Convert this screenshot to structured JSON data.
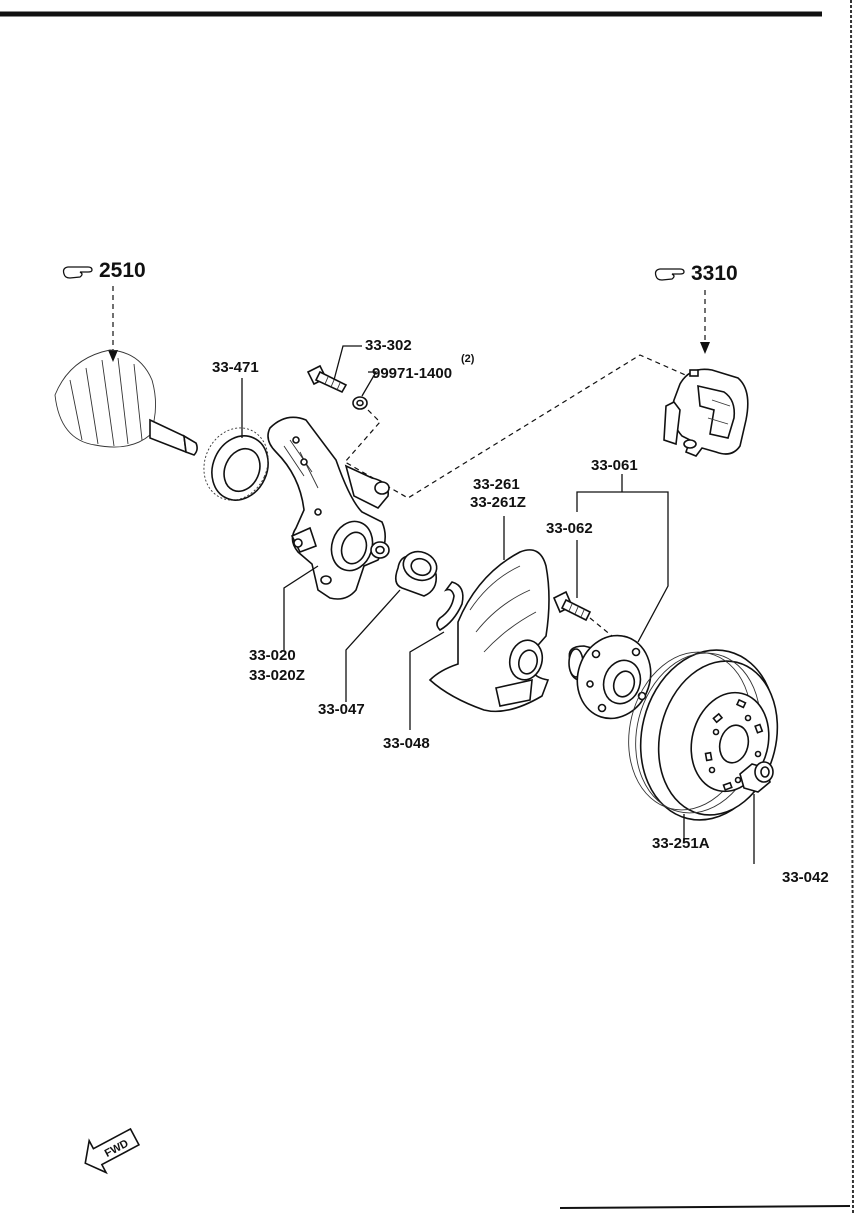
{
  "references": {
    "driveshaft": "2510",
    "caliper": "3310"
  },
  "parts": {
    "oil_seal": "33-471",
    "knuckle_bolt": "33-302",
    "washer": "99971-1400",
    "washer_qty": "(2)",
    "knuckle": "33-020",
    "knuckle_alt": "33-020Z",
    "wheel_bearing": "33-047",
    "snap_ring": "33-048",
    "dust_cover": "33-261",
    "dust_cover_alt": "33-261Z",
    "wheel_hub": "33-061",
    "hub_bolt": "33-062",
    "brake_disc": "33-251A",
    "locknut": "33-042"
  },
  "direction": {
    "fwd": "FWD"
  }
}
